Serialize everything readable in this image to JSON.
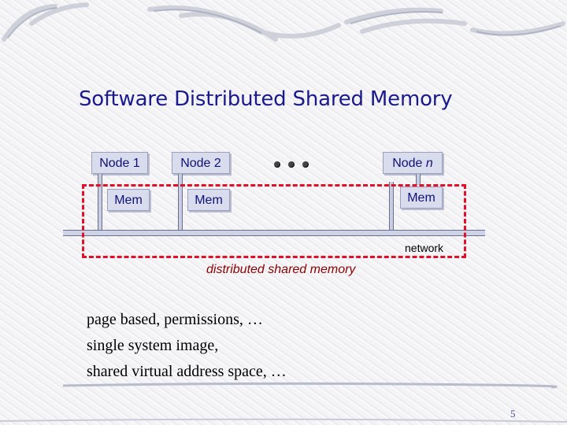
{
  "title": "Software Distributed Shared Memory",
  "nodes": [
    {
      "label": "Node 1",
      "mem": "Mem"
    },
    {
      "label": "Node 2",
      "mem": "Mem"
    },
    {
      "label_prefix": "Node ",
      "label_var": "n",
      "mem": "Mem"
    }
  ],
  "network_label": "network",
  "dsm_label": "distributed shared memory",
  "bullets": [
    "page based, permissions, …",
    "single system image,",
    "shared virtual address space, …"
  ],
  "page_number": "5",
  "colors": {
    "title": "#1a1a8c",
    "dashed_box": "#e0102a",
    "dsm_label": "#8b0000",
    "node_fill": "#d8dcec"
  }
}
